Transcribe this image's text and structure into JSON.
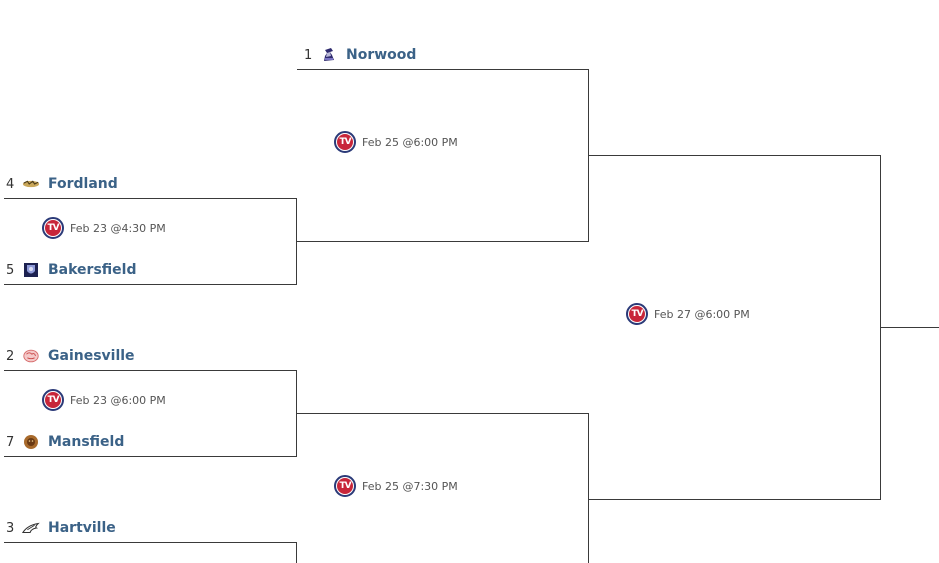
{
  "bracket": {
    "round1": [
      {
        "top": {
          "seed": "4",
          "name": "Fordland",
          "logo": "fordland-logo"
        },
        "bottom": {
          "seed": "5",
          "name": "Bakersfield",
          "logo": "bakersfield-logo"
        },
        "game": {
          "network_icon": "tv-network-icon",
          "time": "Feb 23 @4:30 PM"
        }
      },
      {
        "top": {
          "seed": "2",
          "name": "Gainesville",
          "logo": "gainesville-logo"
        },
        "bottom": {
          "seed": "7",
          "name": "Mansfield",
          "logo": "mansfield-logo"
        },
        "game": {
          "network_icon": "tv-network-icon",
          "time": "Feb 23 @6:00 PM"
        }
      },
      {
        "top": {
          "seed": "3",
          "name": "Hartville",
          "logo": "hartville-logo"
        }
      }
    ],
    "round2": [
      {
        "top": {
          "seed": "1",
          "name": "Norwood",
          "logo": "norwood-logo"
        },
        "game": {
          "network_icon": "tv-network-icon",
          "time": "Feb 25 @6:00 PM"
        }
      },
      {
        "game": {
          "network_icon": "tv-network-icon",
          "time": "Feb 25 @7:30 PM"
        }
      }
    ],
    "round3": [
      {
        "game": {
          "network_icon": "tv-network-icon",
          "time": "Feb 27 @6:00 PM"
        }
      }
    ]
  },
  "colors": {
    "team_name": "#3b6287",
    "line": "#3a3a3a",
    "tv_ring": "#2b3a78",
    "tv_fill": "#c8263a"
  }
}
